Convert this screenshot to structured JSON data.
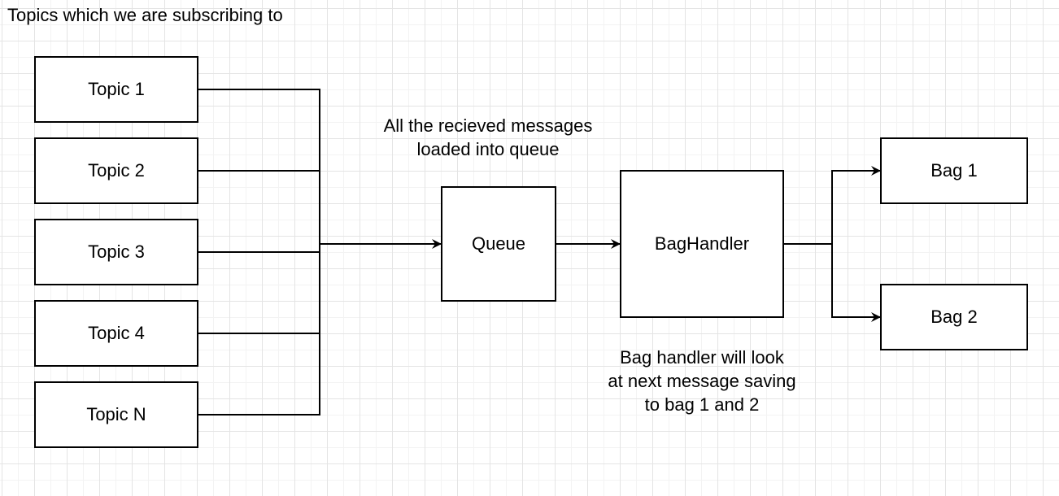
{
  "diagram": {
    "title": "Topics which we are subscribing to",
    "topics": [
      {
        "label": "Topic 1"
      },
      {
        "label": "Topic 2"
      },
      {
        "label": "Topic 3"
      },
      {
        "label": "Topic 4"
      },
      {
        "label": "Topic N"
      }
    ],
    "queue": {
      "label": "Queue"
    },
    "handler": {
      "label": "BagHandler"
    },
    "bags": [
      {
        "label": "Bag 1"
      },
      {
        "label": "Bag 2"
      }
    ],
    "queue_note": [
      "All the recieved messages",
      "loaded into queue"
    ],
    "handler_note": [
      "Bag handler will look",
      "at next message saving",
      "to bag 1 and 2"
    ],
    "colors": {
      "stroke": "#000000",
      "grid": "#e4e4e4",
      "background": "#ffffff"
    }
  }
}
